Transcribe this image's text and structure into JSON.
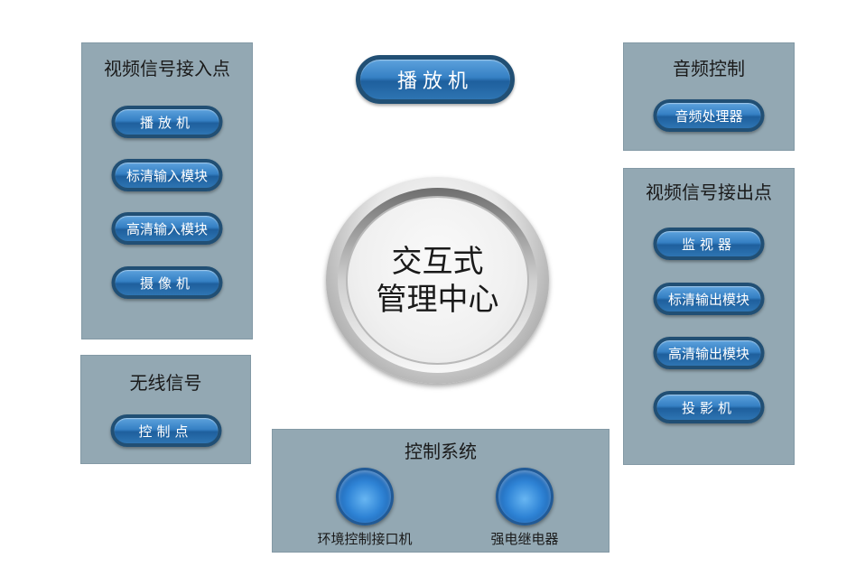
{
  "top_button": "播放机",
  "hub": {
    "line1": "交互式",
    "line2": "管理中心"
  },
  "video_in": {
    "title": "视频信号接入点",
    "items": [
      "播放机",
      "标清输入模块",
      "高清输入模块",
      "摄像机"
    ]
  },
  "wireless": {
    "title": "无线信号",
    "items": [
      "控制点"
    ]
  },
  "audio": {
    "title": "音频控制",
    "items": [
      "音频处理器"
    ]
  },
  "video_out": {
    "title": "视频信号接出点",
    "items": [
      "监视器",
      "标清输出模块",
      "高清输出模块",
      "投影机"
    ]
  },
  "control": {
    "title": "控制系统",
    "items": [
      "环境控制接口机",
      "强电继电器"
    ]
  },
  "colors": {
    "panel": "#93a8b3",
    "button_blue": "#3580c4",
    "button_border": "#214f74"
  }
}
